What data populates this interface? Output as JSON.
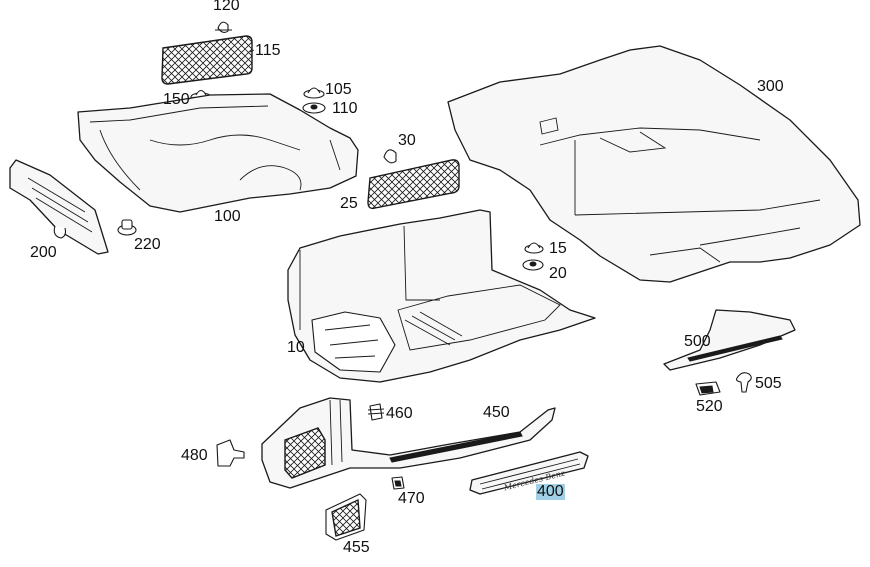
{
  "callouts": [
    {
      "id": "120",
      "text": "120"
    },
    {
      "id": "115",
      "text": "115"
    },
    {
      "id": "150",
      "text": "150"
    },
    {
      "id": "105",
      "text": "105"
    },
    {
      "id": "110",
      "text": "110"
    },
    {
      "id": "30",
      "text": "30"
    },
    {
      "id": "25",
      "text": "25"
    },
    {
      "id": "100",
      "text": "100"
    },
    {
      "id": "200",
      "text": "200"
    },
    {
      "id": "220",
      "text": "220"
    },
    {
      "id": "300",
      "text": "300"
    },
    {
      "id": "15",
      "text": "15"
    },
    {
      "id": "20",
      "text": "20"
    },
    {
      "id": "10",
      "text": "10"
    },
    {
      "id": "500",
      "text": "500"
    },
    {
      "id": "505",
      "text": "505"
    },
    {
      "id": "520",
      "text": "520"
    },
    {
      "id": "460",
      "text": "460"
    },
    {
      "id": "450",
      "text": "450"
    },
    {
      "id": "480",
      "text": "480"
    },
    {
      "id": "470",
      "text": "470"
    },
    {
      "id": "400",
      "text": "400"
    },
    {
      "id": "455",
      "text": "455"
    }
  ],
  "highlighted_callout": "400",
  "highlight_color": "#9fd0e6",
  "sill_plate_logo": "Mercedes-Benz"
}
